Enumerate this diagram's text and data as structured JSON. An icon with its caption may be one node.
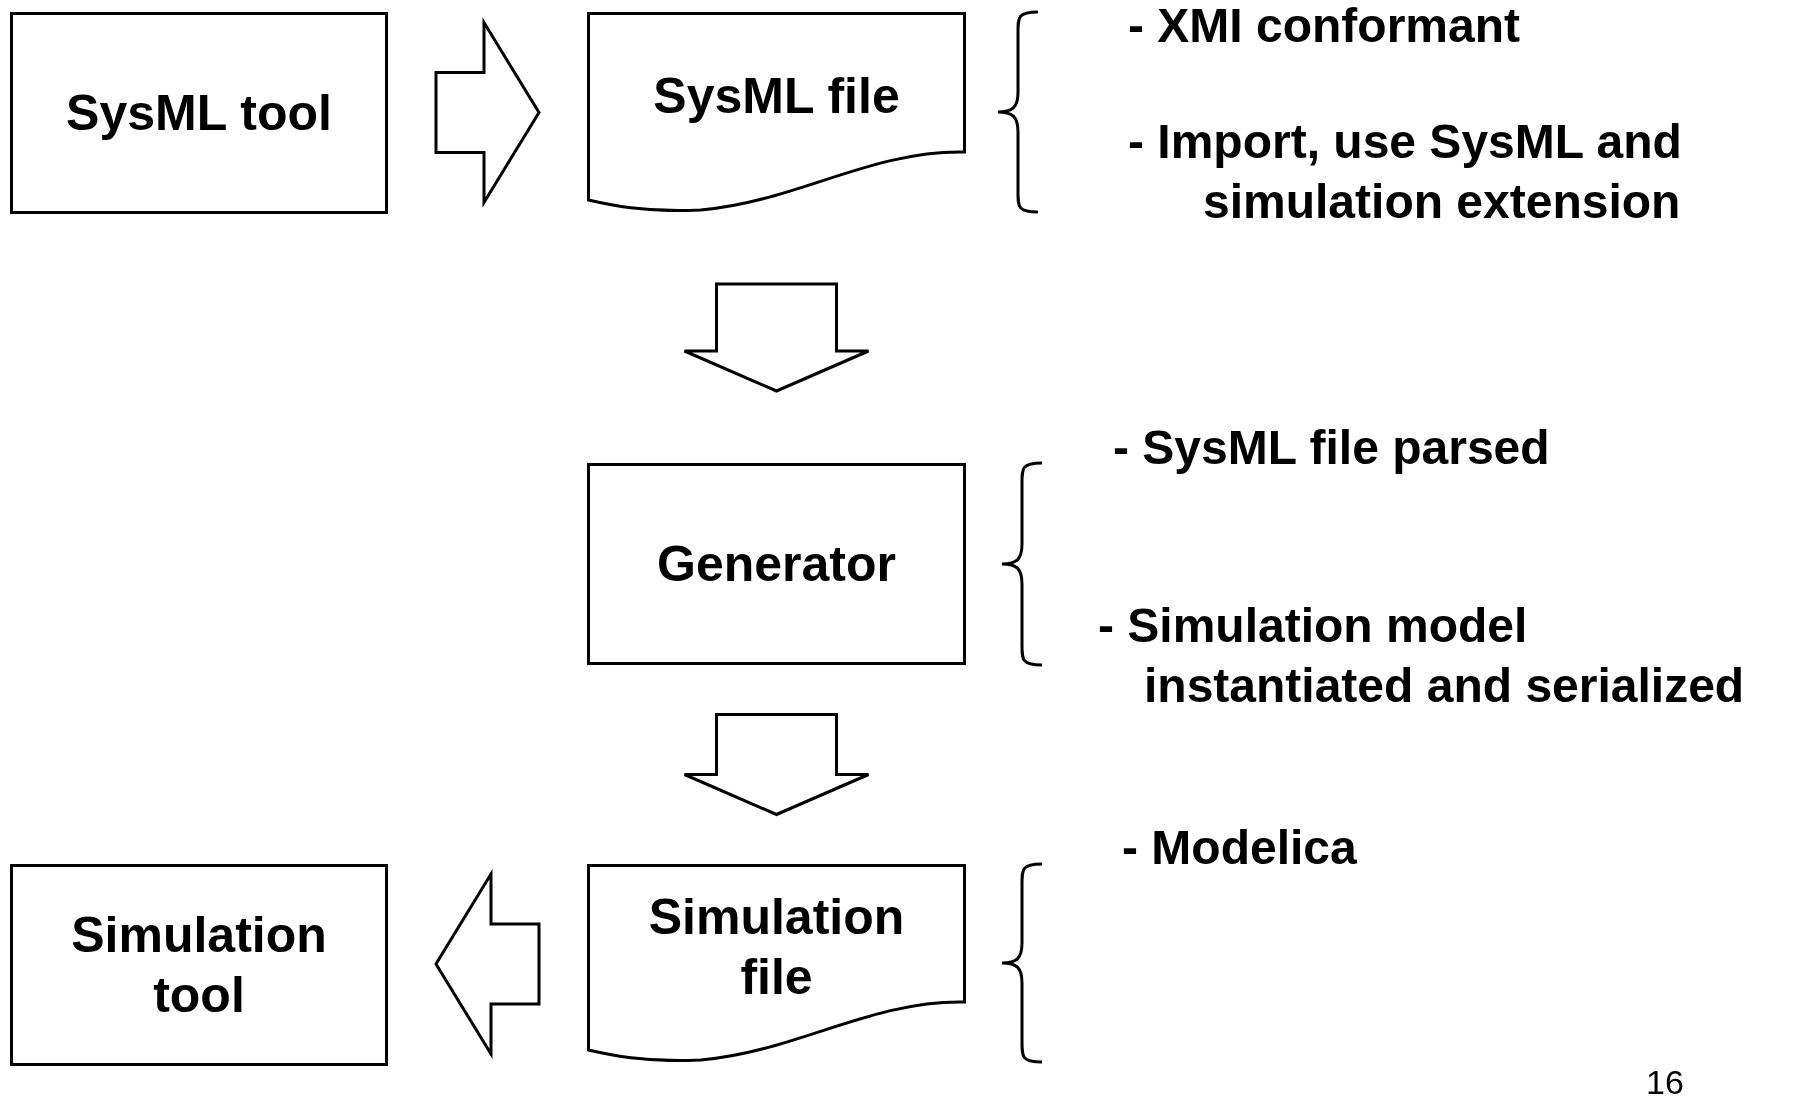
{
  "diagram": {
    "nodes": [
      {
        "text": [
          "SysML tool"
        ]
      },
      {
        "text": [
          "SysML file"
        ]
      },
      {
        "text": [
          "Generator"
        ]
      },
      {
        "text": [
          "Simulation file"
        ]
      },
      {
        "text": [
          "Simulation tool"
        ]
      }
    ],
    "edges": [
      {
        "from": 0,
        "to": 1,
        "arrow": "to"
      },
      {
        "from": 1,
        "to": 2,
        "arrow": "to"
      },
      {
        "from": 2,
        "to": 3,
        "arrow": "to"
      },
      {
        "from": 3,
        "to": 4,
        "arrow": "to"
      }
    ],
    "labels": [
      "- XMI conformant",
      "- Import, use SysML and simulation extension",
      "- SysML file parsed",
      "- Simulation model instantiated and serialized",
      "- Modelica",
      "16"
    ]
  }
}
